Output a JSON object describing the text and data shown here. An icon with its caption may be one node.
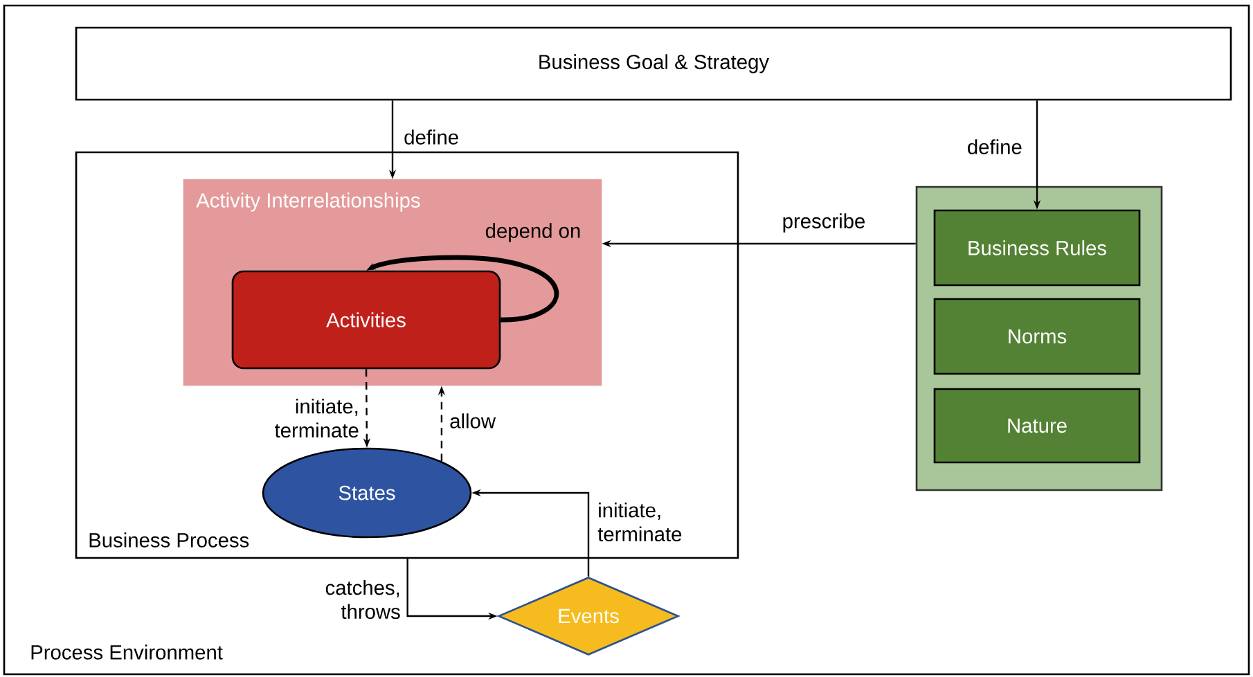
{
  "diagram": {
    "nodes": [
      {
        "text": [
          "Process Environment"
        ]
      },
      {
        "text": [
          "Business Goal & Strategy"
        ],
        "in": 0
      },
      {
        "text": [
          "Business Process"
        ],
        "in": 0
      },
      {
        "text": [
          "Activity Interrelationships"
        ],
        "in": 2
      },
      {
        "text": [
          "Activities"
        ],
        "in": 3
      },
      {
        "text": [
          "States"
        ],
        "in": 2
      },
      {
        "text": [
          "Events"
        ],
        "in": 0
      },
      {
        "text": [],
        "shape": "box",
        "in": 0
      },
      {
        "text": [
          "Business Rules"
        ],
        "in": 7
      },
      {
        "text": [
          "Norms"
        ],
        "in": 7
      },
      {
        "text": [
          "Nature"
        ],
        "in": 7
      }
    ],
    "edges": [
      {
        "from": 1,
        "to": 3,
        "arrow": "to",
        "label": "define"
      },
      {
        "from": 1,
        "to": 8,
        "arrow": "to",
        "label": "define"
      },
      {
        "from": 7,
        "to": 3,
        "arrow": "to",
        "label": "prescribe"
      },
      {
        "from": 4,
        "to": 4,
        "arrow": "to",
        "label": "depend on",
        "style": "thick"
      },
      {
        "from": 4,
        "to": 5,
        "arrow": "to",
        "label": "initiate, terminate",
        "style": "dashed"
      },
      {
        "from": 5,
        "to": 3,
        "arrow": "to",
        "label": "allow",
        "style": "dashed"
      },
      {
        "from": 6,
        "to": 5,
        "arrow": "to",
        "label": "initiate, terminate"
      },
      {
        "from": 2,
        "to": 6,
        "arrow": "to",
        "label": "catches, throws"
      }
    ]
  }
}
